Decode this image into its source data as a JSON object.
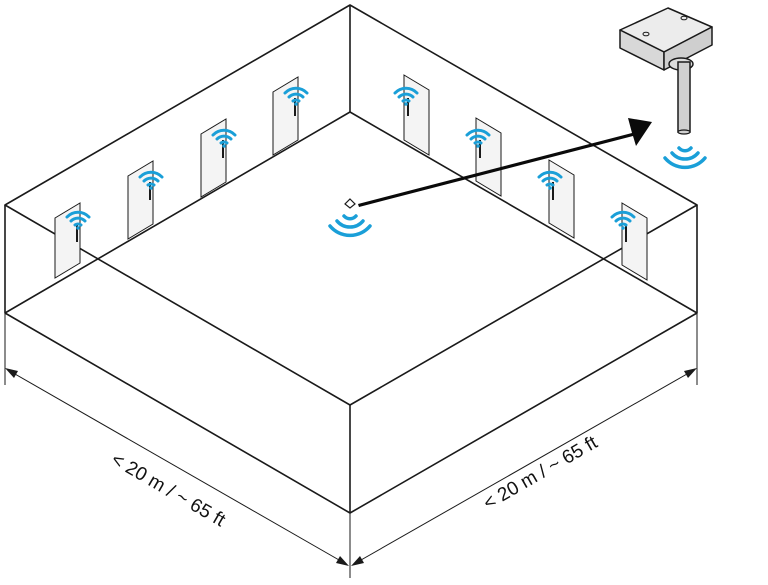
{
  "dimension_left": {
    "text": "< 20 m / ~ 65 ft"
  },
  "dimension_right": {
    "text": "< 20 m / ~ 65 ft"
  },
  "doors": [
    {
      "id": "door-1"
    },
    {
      "id": "door-2"
    },
    {
      "id": "door-3"
    },
    {
      "id": "door-4"
    },
    {
      "id": "door-5"
    },
    {
      "id": "door-6"
    },
    {
      "id": "door-7"
    },
    {
      "id": "door-8"
    }
  ],
  "icons": {
    "wifi": "wifi-icon",
    "gateway": "gateway-icon",
    "arrow": "arrow-icon",
    "door": "door-icon"
  },
  "colors": {
    "wifi": "#1a9fd8",
    "line": "#1a1a1a",
    "door_fill": "#f4f4f4",
    "gateway_fill": "#e6e6e6"
  }
}
